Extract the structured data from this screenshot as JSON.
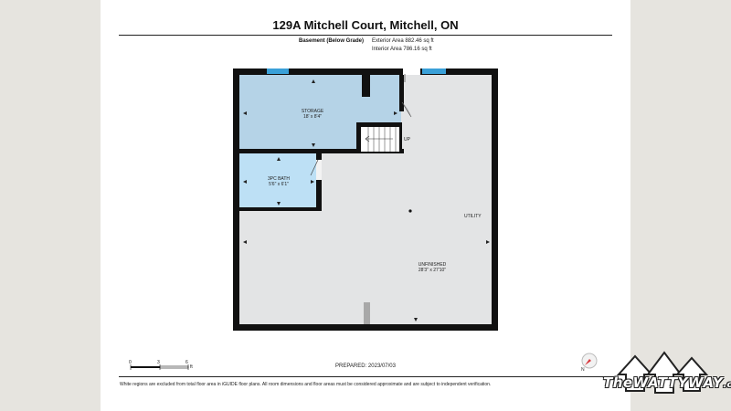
{
  "header": {
    "title": "129A Mitchell Court, Mitchell, ON",
    "level": "Basement (Below Grade)",
    "exterior_area": "Exterior Area 882.46 sq ft",
    "interior_area": "Interior Area 786.16 sq ft"
  },
  "rooms": {
    "storage_name": "STORAGE",
    "storage_dims": "18' x 8'4\"",
    "bath_name": "3PC BATH",
    "bath_dims": "5'6\" x 6'1\"",
    "unfinished_name": "UNFINISHED",
    "unfinished_dims": "28'3\" x 27'10\"",
    "utility_label": "UTILITY",
    "stairs_label": "UP"
  },
  "scale": {
    "t0": "0",
    "t1": "3",
    "t2": "6",
    "unit": "ft"
  },
  "compass_letter": "N",
  "footer": {
    "prepared": "PREPARED: 2023/07/03",
    "disclaimer": "White regions are excluded from total floor area in iGUIDE floor plans. All room dimensions and floor areas must be considered approximate and are subject to independent verification."
  },
  "brand": {
    "name": "TheWATTYWAY",
    "suffix": ".ca"
  },
  "colors": {
    "wall": "#111111",
    "storage_fill": "#b5d3e7",
    "bath_fill": "#bde0f5",
    "unfinished_fill": "#e3e4e5",
    "window": "#3aa0d8"
  }
}
